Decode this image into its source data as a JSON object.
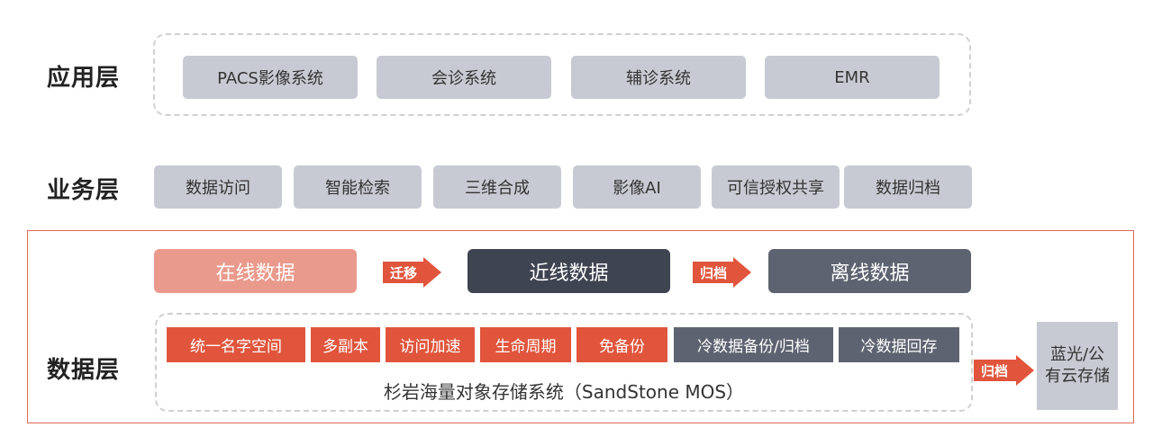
{
  "layers": {
    "app": {
      "label": "应用层",
      "items": [
        "PACS影像系统",
        "会诊系统",
        "辅诊系统",
        "EMR"
      ]
    },
    "business": {
      "label": "业务层",
      "items": [
        "数据访问",
        "智能检索",
        "三维合成",
        "影像AI",
        "可信授权共享",
        "数据归档"
      ]
    },
    "data": {
      "label": "数据层",
      "tiers": {
        "online": "在线数据",
        "nearline": "近线数据",
        "offline": "离线数据"
      },
      "arrows": {
        "migrate": "迁移",
        "archive1": "归档",
        "archive2": "归档"
      },
      "features": [
        "统一名字空间",
        "多副本",
        "访问加速",
        "生命周期",
        "免备份",
        "冷数据备份/归档",
        "冷数据回存"
      ],
      "mos_title": "杉岩海量对象存储系统（SandStone MOS）",
      "cloud_storage": "蓝光/公有云存储"
    }
  },
  "colors": {
    "accent_red": "#e0553c",
    "online_pink": "#ea9a8c",
    "nearline_dark": "#3f4451",
    "offline_gray": "#5d6370",
    "box_gray": "#c8cad3"
  }
}
